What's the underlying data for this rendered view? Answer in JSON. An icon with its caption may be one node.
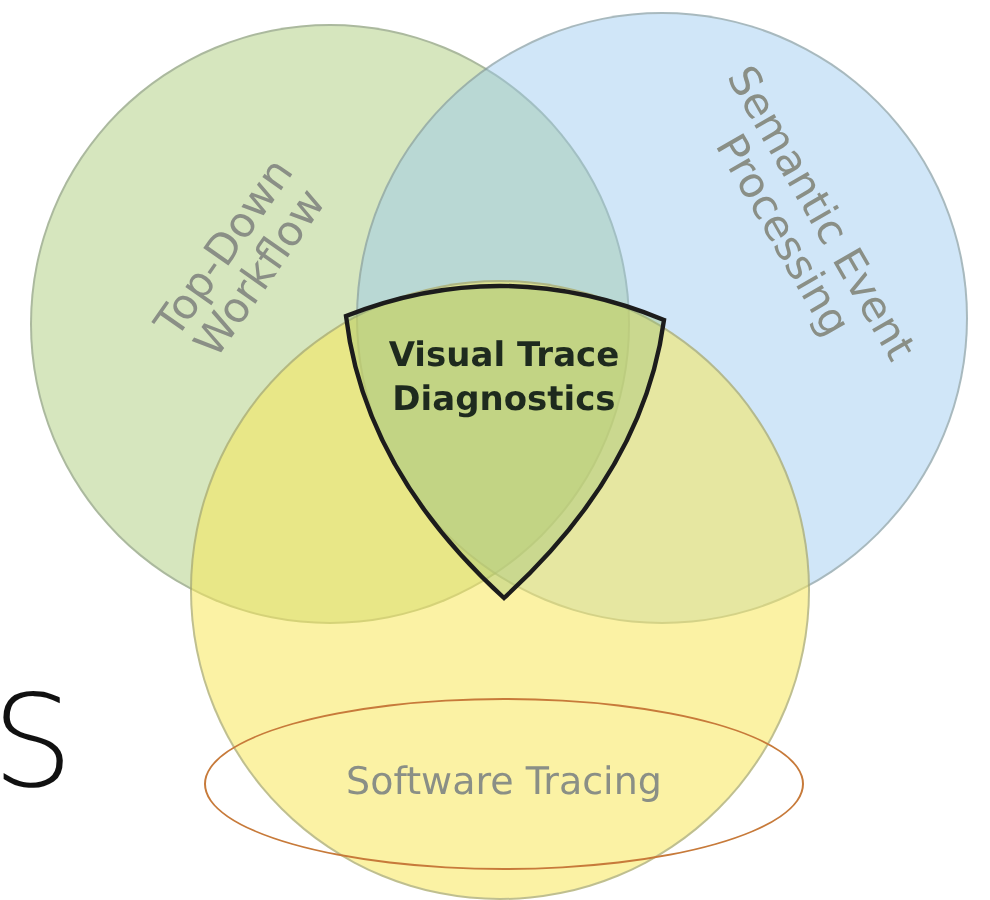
{
  "diagram": {
    "nodes": [
      {
        "text": [
          "Top-Down Workflow"
        ]
      },
      {
        "text": [
          "Semantic Event Processing"
        ]
      },
      {
        "text": [],
        "shape": "circle"
      },
      {
        "text": [
          "Software Tracing"
        ],
        "in": 2
      },
      {
        "text": [
          "Visual Trace Diagnostics"
        ]
      }
    ],
    "labels": [
      "S"
    ]
  }
}
